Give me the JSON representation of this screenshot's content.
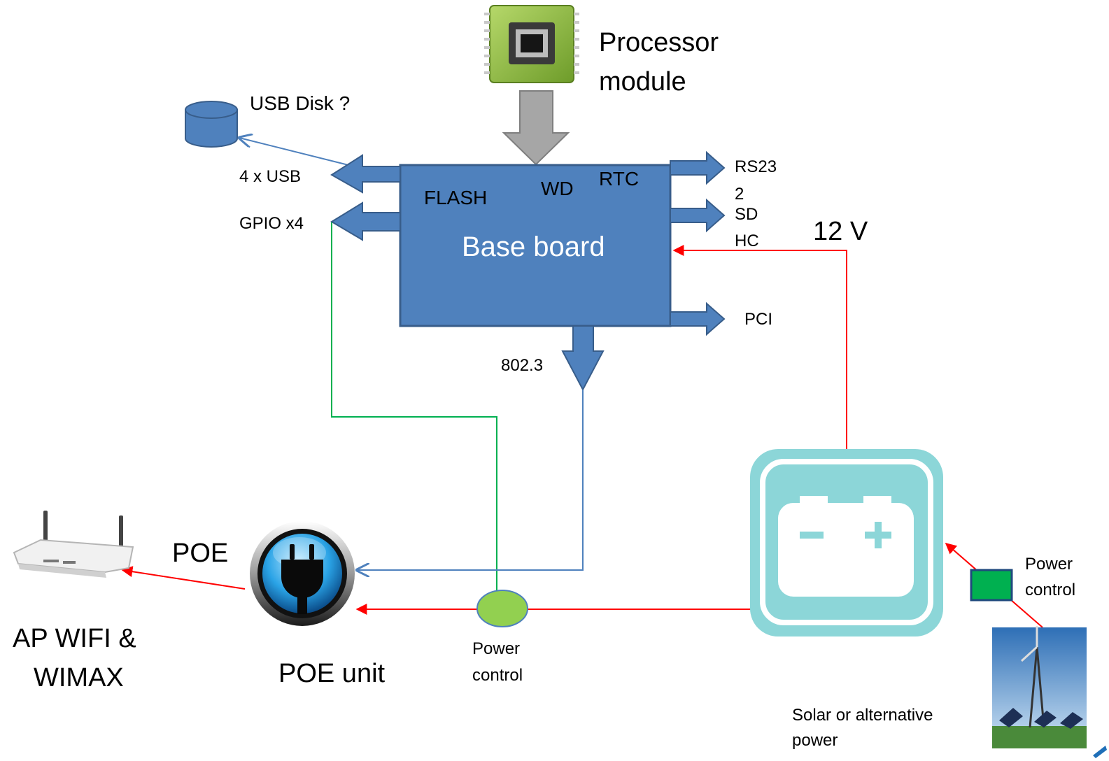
{
  "processor": {
    "label_line1": "Processor",
    "label_line2": "module"
  },
  "usb_disk": {
    "label": "USB Disk ?"
  },
  "base_board": {
    "title": "Base board",
    "flash": "FLASH",
    "wd": "WD",
    "rtc": "RTC",
    "fill_color": "#4f81bd",
    "border_color": "#385d8a"
  },
  "ports": {
    "usb": "4 x USB",
    "gpio": "GPIO x4",
    "rs232_line1": "RS23",
    "rs232_line2": "2",
    "sdhc_line1": "SD",
    "sdhc_line2": "HC",
    "pci": "PCI",
    "ethernet": "802.3"
  },
  "power_input": {
    "label": "12 V"
  },
  "poe": {
    "link_label": "POE",
    "unit_label": "POE unit",
    "icon": "plug-icon"
  },
  "ap": {
    "label_line1": "AP WIFI &",
    "label_line2": "WIMAX",
    "icon": "router-icon"
  },
  "power_control_left": {
    "label_line1": "Power",
    "label_line2": "control",
    "color": "#92d050"
  },
  "power_control_right": {
    "label_line1": "Power",
    "label_line2": "control",
    "color": "#00b050"
  },
  "battery": {
    "icon": "battery-icon",
    "color": "#8cd6d8"
  },
  "alt_power": {
    "label_line1": "Solar or alternative",
    "label_line2": "power",
    "icon": "wind-turbine-icon"
  },
  "colors": {
    "power_line": "#ff0000",
    "data_line": "#4f81bd",
    "gpio_line": "#00b050"
  }
}
